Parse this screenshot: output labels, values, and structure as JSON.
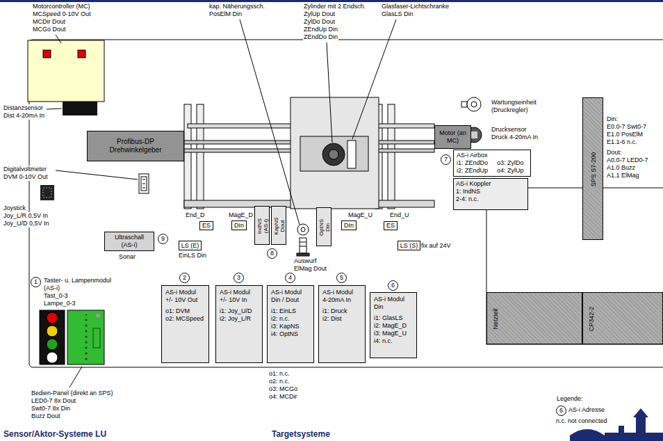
{
  "diagram": {
    "nodes": [
      {
        "text": [
          "Profibus-DP Drehwinkelgeber"
        ]
      },
      {
        "text": [
          "Motor (an MC)"
        ]
      },
      {
        "text": [
          "ES"
        ]
      },
      {
        "text": [
          "DIn"
        ]
      },
      {
        "text": [
          "DIn"
        ]
      },
      {
        "text": [
          "ES"
        ]
      },
      {
        "text": [
          "IndNS (AS-i)"
        ]
      },
      {
        "text": [
          "KapNS Dout"
        ]
      },
      {
        "text": [
          "OptNS Din"
        ]
      },
      {
        "text": [
          "LS (E)"
        ]
      },
      {
        "text": [
          "LS (S)"
        ]
      },
      {
        "text": [
          "AS-i Airbox",
          "i1: ZEndDo",
          "i2: ZEndUp",
          "o3: ZylDo",
          "o4: ZylUp"
        ]
      },
      {
        "text": [
          "AS-i Koppler",
          "1: IndNS",
          "2-4: n.c."
        ]
      },
      {
        "text": [
          "SPS S7-200"
        ]
      },
      {
        "text": [
          "Ultraschall (AS-i)"
        ]
      },
      {
        "text": [
          "AS-i Modul +/- 10V Out",
          "o1: DVM",
          "o2: MCSpeed"
        ]
      },
      {
        "text": [
          "AS-i Modul +/- 10V In",
          "i1: Joy_U/D",
          "i2: Joy_L/R"
        ]
      },
      {
        "text": [
          "AS-i Modul Din / Dout",
          "i1: EinLS",
          "i2: n.c.",
          "i3: KapNS",
          "i4: OptNS"
        ]
      },
      {
        "text": [
          "AS-i Modul 4-20mA In",
          "i1: Druck",
          "i2: Dist"
        ]
      },
      {
        "text": [
          "AS-i Modul Din",
          "i1: GlasLS",
          "i2: MagE_D",
          "i3: MagE_U",
          "i4: n.c."
        ]
      },
      {
        "text": [
          "Netzteil"
        ]
      },
      {
        "text": [
          "CP342-2"
        ]
      }
    ],
    "labels": [
      "Motorcontroller (MC)",
      "MCSpeed 0-10V Out",
      "MCDir Dout",
      "MCGo Dout",
      "kap. Näherungssch.",
      "PosElM Din",
      "Zylinder mit 2 Endsch.",
      "ZylUp Dout",
      "ZylDo Dout",
      "ZEndUp Din",
      "ZEndDo Din",
      "Glasfaser-Lichtschranke",
      "GlasLS Din",
      "Wartungseinheit",
      "(Druckregler)",
      "Drucksensor",
      "Druck 4-20mA In",
      "Distanzsensor",
      "Dist 4-20mA In",
      "Digitalvoltmeter",
      "DVM 0-10V Out",
      "Joystick",
      "Joy_L/R 0,5V In",
      "Joy_U/D 0,5V In",
      "End_D",
      "MagE_D",
      "MagE_U",
      "End_U",
      "EinLS Din",
      "fix auf 24V",
      "Auswurf",
      "ElMag Dout",
      "8",
      "Sonar",
      "9",
      "1",
      "Taster- u. Lampenmodul",
      "(AS-i)",
      "Tast_0-3",
      "Lampe_0-3",
      "Bedien-Panel (direkt an SPS)",
      "LED0-7 8x Dout",
      "Swt0-7 8x Din",
      "Buzz Dout",
      "2",
      "3",
      "4",
      "5",
      "6",
      "o1: n.c.",
      "o2: n.c.",
      "o3: MCGo",
      "o4: MCDir",
      "7",
      "Din:",
      "E0.0-7 Swt0-7",
      "E1.0 PosElM",
      "E1.1-6 n.c.",
      "Dout:",
      "A0.0-7 LED0-7",
      "A1.0 Buzz",
      "A1.1 ElMag",
      "Legende:",
      "6",
      "Sensor/Aktor-Systeme LU",
      "Targetsysteme"
    ],
    "legend": [
      {
        "text": "AS-i Adresse"
      },
      {
        "text": "n.c. not connected"
      }
    ]
  }
}
